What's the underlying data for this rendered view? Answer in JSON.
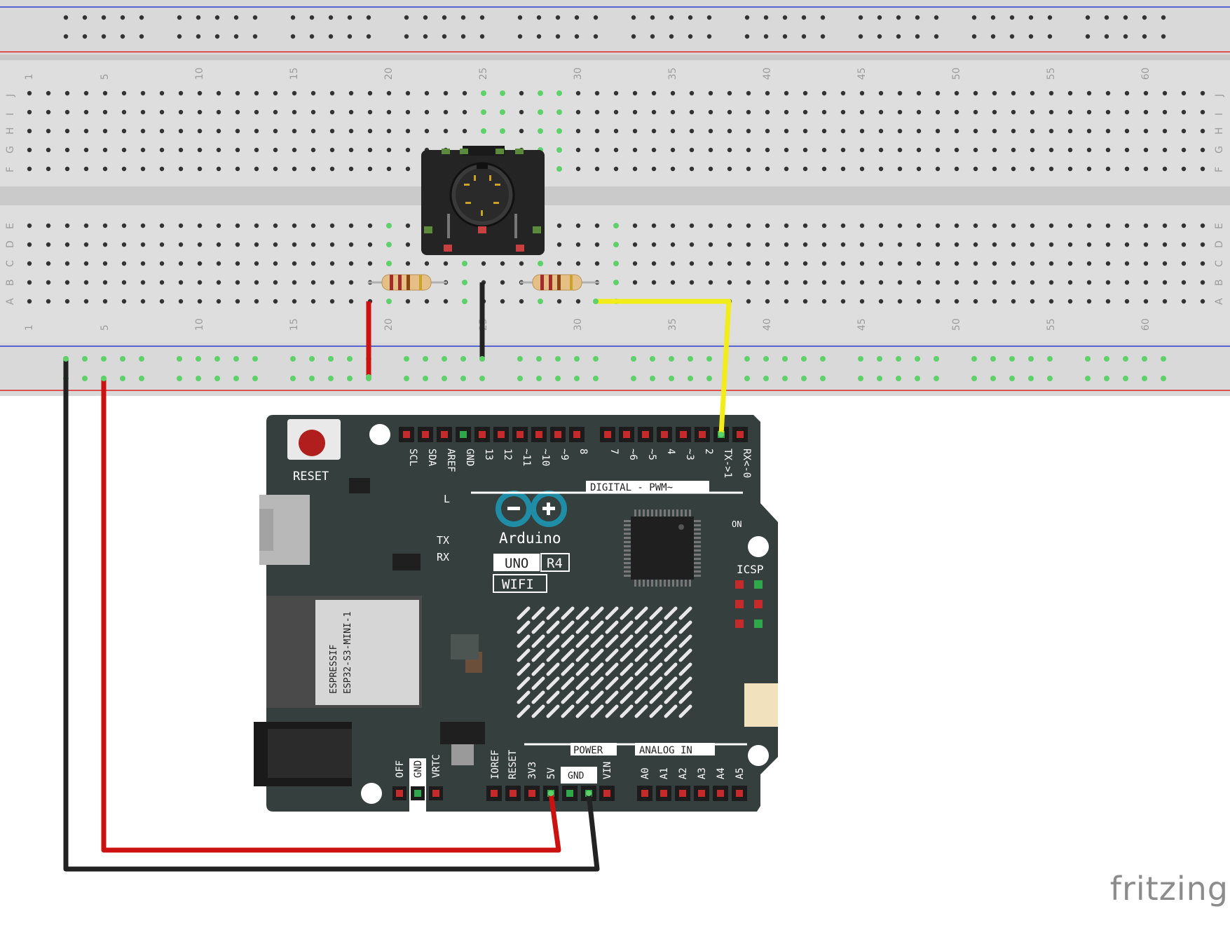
{
  "breadboard": {
    "column_numbers": [
      "1",
      "5",
      "10",
      "15",
      "20",
      "25",
      "30",
      "35",
      "40",
      "45",
      "50",
      "55",
      "60"
    ],
    "row_letters_top": [
      "J",
      "I",
      "H",
      "G",
      "F"
    ],
    "row_letters_bottom": [
      "E",
      "D",
      "C",
      "B",
      "A"
    ]
  },
  "arduino": {
    "brand": "Arduino",
    "model": "UNO",
    "revision": "R4",
    "variant": "WIFI",
    "reset_label": "RESET",
    "digital_header_label": "DIGITAL - PWM~",
    "top_pins": [
      "SCL",
      "SDA",
      "AREF",
      "GND",
      "13",
      "12",
      "~11",
      "~10",
      "~9",
      "8",
      "7",
      "~6",
      "~5",
      "4",
      "~3",
      "2",
      "TX->1",
      "RX<-0"
    ],
    "power_header_label": "POWER",
    "analog_header_label": "ANALOG IN",
    "power_pins": [
      "IOREF",
      "RESET",
      "3V3",
      "5V",
      "GND",
      "VIN"
    ],
    "gnd_box_label": "GND",
    "analog_pins": [
      "A0",
      "A1",
      "A2",
      "A3",
      "A4",
      "A5"
    ],
    "left_pins": [
      "OFF",
      "GND",
      "VRTC"
    ],
    "led_labels": [
      "L",
      "TX",
      "RX",
      "ON"
    ],
    "icsp_label": "ICSP",
    "module_maker": "ESPRESSIF",
    "module_name": "ESP32-S3-MINI-1"
  },
  "wires": [
    {
      "name": "red-5v-wire",
      "color": "#cc1111"
    },
    {
      "name": "black-gnd-wire",
      "color": "#222222"
    },
    {
      "name": "yellow-tx-wire",
      "color": "#f2ec1a"
    }
  ],
  "footer": {
    "logo": "fritzing"
  }
}
